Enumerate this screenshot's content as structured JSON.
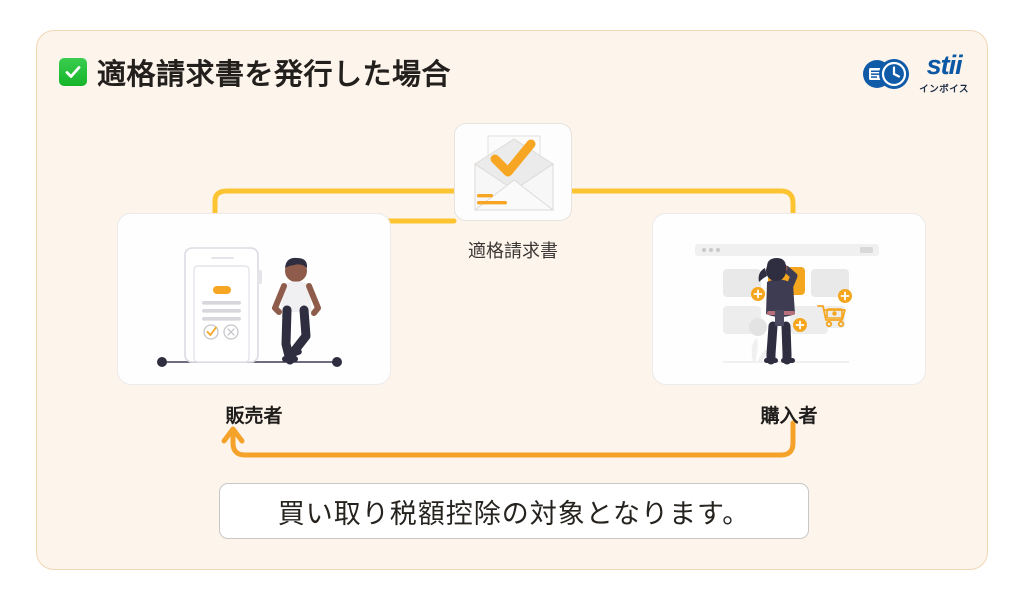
{
  "header": {
    "title": "適格請求書を発行した場合",
    "check_icon": "white-check-mark",
    "accent_green": "#21b534"
  },
  "logo": {
    "mark_icon": "document-clock-icon",
    "name": "stii",
    "subtitle": "インボイス",
    "brand_color": "#0a57a4"
  },
  "flow": {
    "document_node": {
      "icon": "open-envelope-with-check-icon",
      "label": "適格請求書"
    },
    "seller": {
      "label": "販売者",
      "illustration": "person-with-mobile-form-icon"
    },
    "buyer": {
      "label": "購入者",
      "illustration": "woman-shopping-online-icon"
    },
    "arrow_colors": {
      "outgoing": "#fcc430",
      "return": "#f5a22a"
    }
  },
  "caption": {
    "text": "買い取り税額控除の対象となります。"
  },
  "theme": {
    "page_background": "#ffffff",
    "card_background": "#fdf4ec",
    "card_border": "#f0d6b4",
    "orange": "#f6a623",
    "dark_navy": "#2f2e41"
  }
}
